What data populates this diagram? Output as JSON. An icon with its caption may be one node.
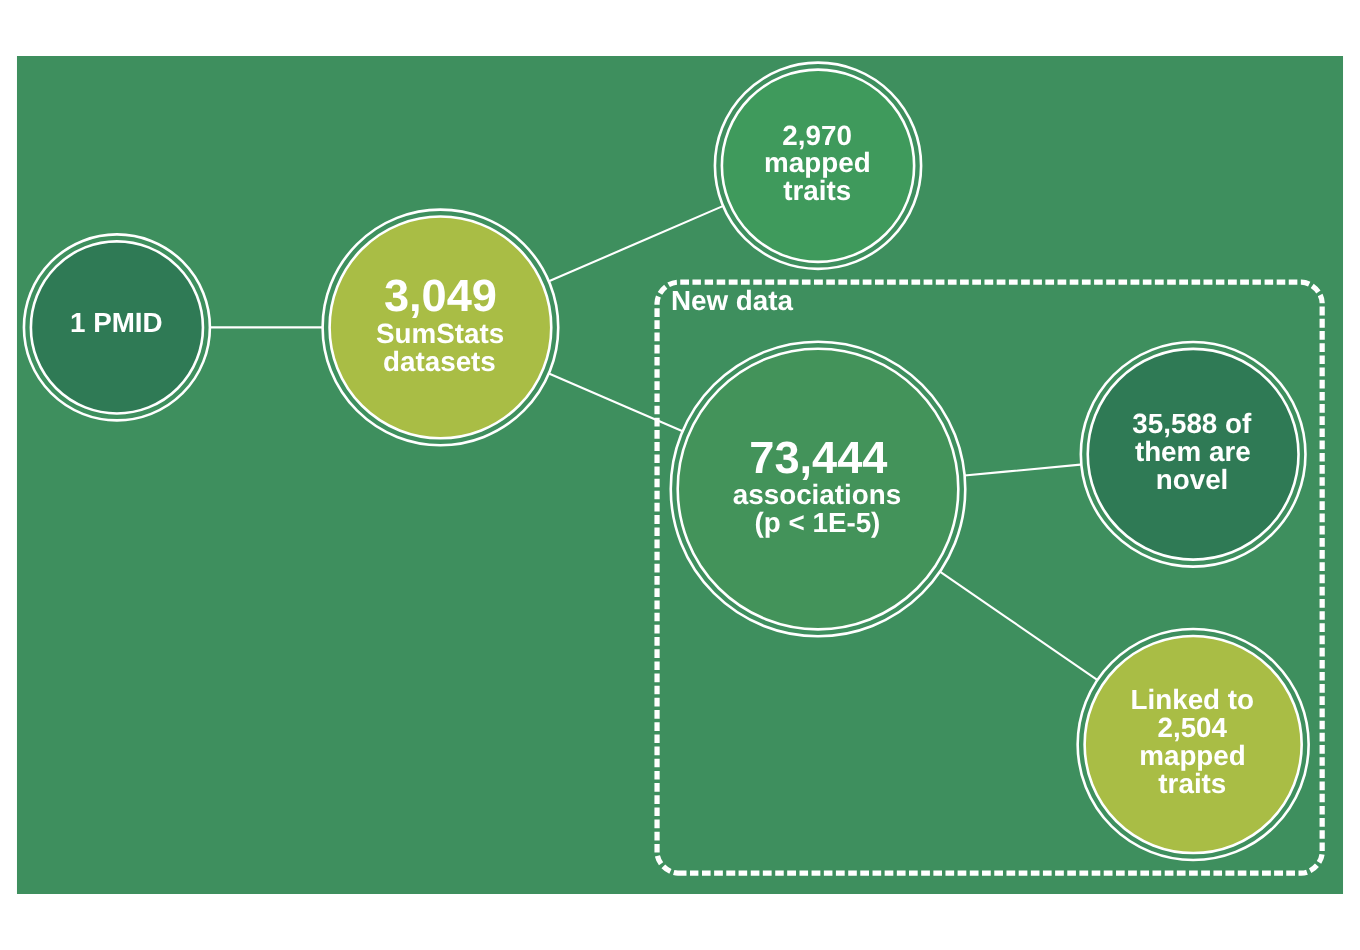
{
  "diagram": {
    "nodes": [
      {
        "text": [
          "1 PMID"
        ]
      },
      {
        "text": [
          "3,049",
          "SumStats datasets"
        ]
      },
      {
        "text": [
          "2,970 mapped traits"
        ]
      },
      {
        "text": [
          "New data"
        ]
      },
      {
        "text": [
          "Linked to 2,504 mapped traits"
        ],
        "in": 3
      },
      {
        "text": [
          "73,444",
          "associations (p < 1E-5)"
        ],
        "in": 3
      },
      {
        "text": [
          "35,588 of them are novel"
        ],
        "in": 3
      }
    ],
    "edges": [
      {
        "from": 0,
        "to": 1,
        "arrow": "none"
      },
      {
        "from": 1,
        "to": 2,
        "arrow": "none"
      },
      {
        "from": 1,
        "to": 5,
        "arrow": "none"
      },
      {
        "from": 5,
        "to": 4,
        "arrow": "none"
      },
      {
        "from": 5,
        "to": 6,
        "arrow": "none"
      }
    ]
  }
}
